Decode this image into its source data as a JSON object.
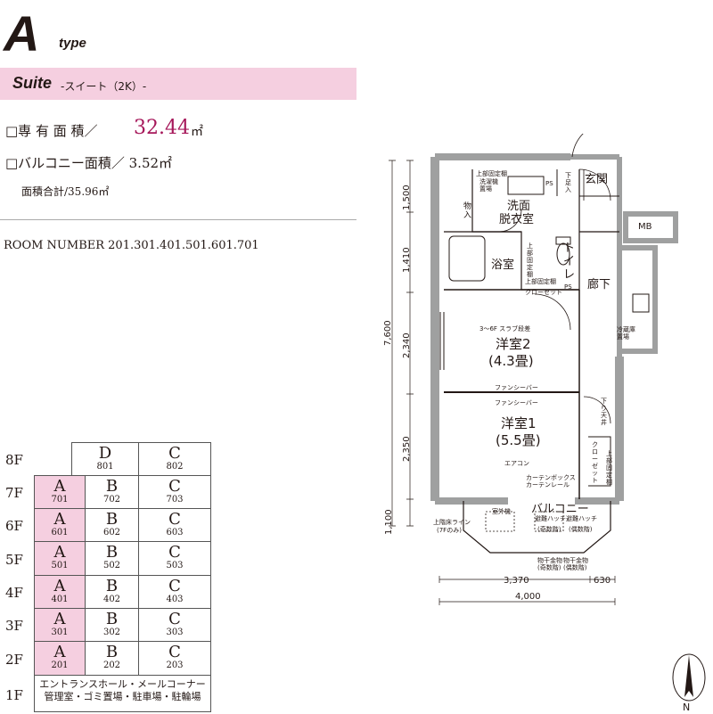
{
  "header": {
    "type_letter": "A",
    "type_word": "type",
    "suite_name": "Suite",
    "suite_sub": "-スイート（2K）-"
  },
  "specs": {
    "area_label": "□専 有 面 積／",
    "area_value": "32.44",
    "area_unit": "㎡",
    "balcony": "□バルコニー面積／ 3.52㎡",
    "total": "面積合計/35.96㎡"
  },
  "room_number": "ROOM NUMBER 201.301.401.501.601.701",
  "floors": [
    {
      "floor": "8F",
      "units": [
        {
          "letter": "D",
          "num": "801"
        },
        {
          "letter": "C",
          "num": "802"
        }
      ]
    },
    {
      "floor": "7F",
      "units": [
        {
          "letter": "A",
          "num": "701"
        },
        {
          "letter": "B",
          "num": "702"
        },
        {
          "letter": "C",
          "num": "703"
        }
      ]
    },
    {
      "floor": "6F",
      "units": [
        {
          "letter": "A",
          "num": "601"
        },
        {
          "letter": "B",
          "num": "602"
        },
        {
          "letter": "C",
          "num": "603"
        }
      ]
    },
    {
      "floor": "5F",
      "units": [
        {
          "letter": "A",
          "num": "501"
        },
        {
          "letter": "B",
          "num": "502"
        },
        {
          "letter": "C",
          "num": "503"
        }
      ]
    },
    {
      "floor": "4F",
      "units": [
        {
          "letter": "A",
          "num": "401"
        },
        {
          "letter": "B",
          "num": "402"
        },
        {
          "letter": "C",
          "num": "403"
        }
      ]
    },
    {
      "floor": "3F",
      "units": [
        {
          "letter": "A",
          "num": "301"
        },
        {
          "letter": "B",
          "num": "302"
        },
        {
          "letter": "C",
          "num": "303"
        }
      ]
    },
    {
      "floor": "2F",
      "units": [
        {
          "letter": "A",
          "num": "201"
        },
        {
          "letter": "B",
          "num": "202"
        },
        {
          "letter": "C",
          "num": "203"
        }
      ]
    },
    {
      "floor": "1F",
      "line1": "エントランスホール・メールコーナー",
      "line2": "管理室・ゴミ置場・駐車場・駐輪場"
    }
  ],
  "plan": {
    "wash": "洗面",
    "dressing": "脱衣室",
    "genkan": "玄関",
    "toilet": "トイレ",
    "bath": "浴室",
    "corridor": "廊下",
    "room2": "洋室2",
    "room2_size": "(4.3畳)",
    "room1": "洋室1",
    "room1_size": "(5.5畳)",
    "balcony": "バルコニー",
    "mb": "MB",
    "ps": "PS",
    "ps2": "PS",
    "shitaire": "下足入",
    "monoire": "物入",
    "washer": "洗濯機置場",
    "fridge": "冷蔵庫置場",
    "closet_top": "クローゼット",
    "closet": "クローゼット",
    "ue_storage1": "上部固定棚",
    "ue_storage2": "上部固定棚",
    "ue_storage3": "上部固定棚",
    "ue_storage4": "上部固定棚",
    "fancy_bar1": "ファンシーバー",
    "fancy_bar2": "ファンシーバー",
    "slab_note": "3〜6F スラブ段差",
    "aircon": "エアコン",
    "curtain_box": "カーテンボックス",
    "curtain_rail": "カーテンレール",
    "outdoor_unit": "室外機",
    "hatch1": "避難ハッチ",
    "hatch1_note": "(奇数階)",
    "hatch2": "避難ハッチ",
    "hatch2_note": "(偶数階)",
    "hanger1": "物干金物",
    "hanger1_note": "(奇数階)",
    "hanger2": "物干金物",
    "hanger2_note": "(偶数階)",
    "upper_floor_line": "上階床ライン",
    "upper_floor_note": "(7Fのみ)",
    "sagari": "下り天井",
    "north": "N",
    "dims": {
      "d1500": "1,500",
      "d1410": "1,410",
      "d2340": "2,340",
      "d2350": "2,350",
      "d1100": "1,100",
      "d7600": "7,600",
      "d3370": "3,370",
      "d630": "630",
      "d4000": "4,000"
    }
  }
}
